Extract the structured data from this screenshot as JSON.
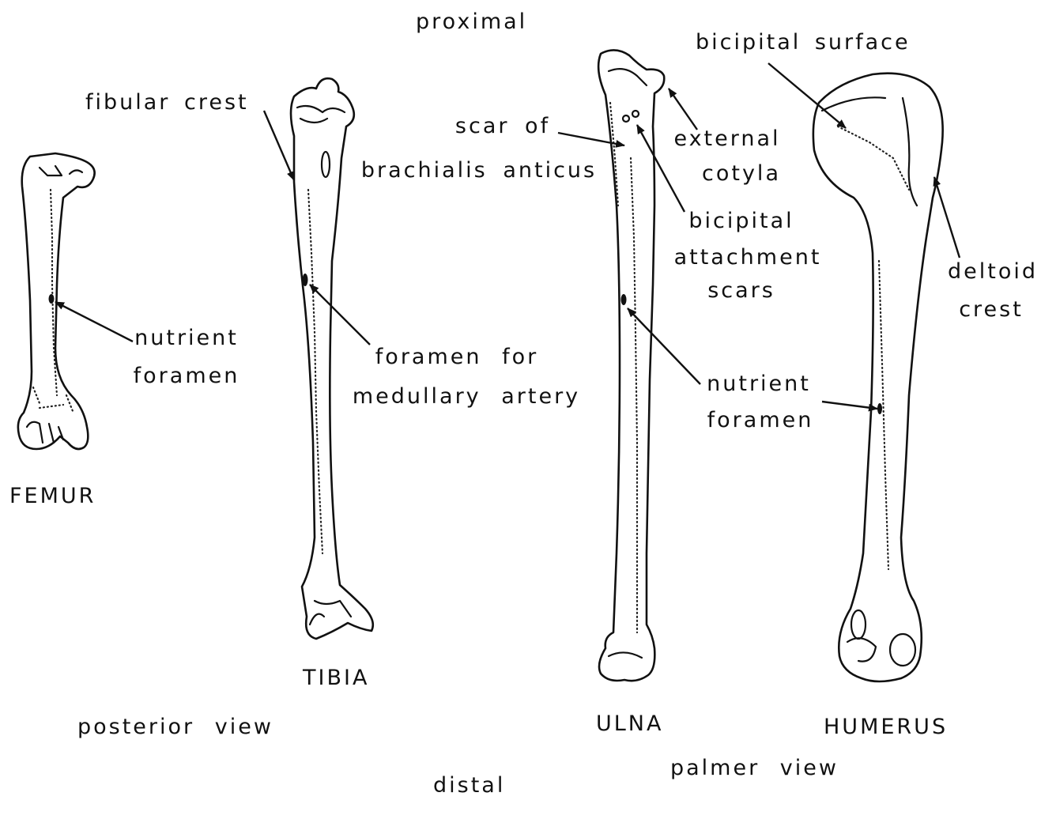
{
  "orientation": {
    "top": "proximal",
    "bottom": "distal"
  },
  "views": {
    "hindlimb": "posterior view",
    "forelimb": "palmer view"
  },
  "bones": {
    "femur": "FEMUR",
    "tibia": "TIBIA",
    "ulna": "ULNA",
    "humerus": "HUMERUS"
  },
  "labels": {
    "femur_nutrient": [
      "nutrient",
      "foramen"
    ],
    "fibular_crest": "fibular crest",
    "tibia_foramen": [
      "foramen for",
      "medullary artery"
    ],
    "scar": [
      "scar of",
      "brachialis anticus"
    ],
    "external_cotyla": [
      "external",
      "cotyla"
    ],
    "bicipital_scars": [
      "bicipital",
      "attachment",
      "scars"
    ],
    "ulna_nutrient": [
      "nutrient",
      "foramen"
    ],
    "bicipital_surface": "bicipital surface",
    "deltoid_crest": [
      "deltoid",
      "crest"
    ]
  }
}
